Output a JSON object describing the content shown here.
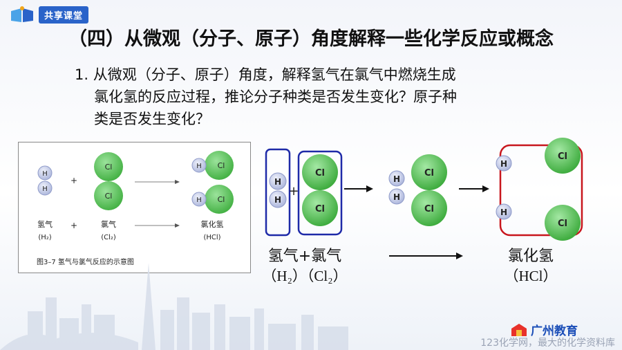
{
  "header": {
    "badge": "共享课堂"
  },
  "title": "（四）从微观（分子、原子）角度解释一些化学反应或概念",
  "question": {
    "line1": "1. 从微观（分子、原子）角度，解释氢气在氯气中燃烧生成",
    "line2": "氯化氢的反应过程，推论分子种类是否发生变化？原子种",
    "line3": "类是否发生变化？"
  },
  "figure": {
    "atom_h": "H",
    "atom_cl": "Cl",
    "plus": "+",
    "label_h2": "氢气",
    "formula_h2": "(H₂)",
    "label_cl2": "氯气",
    "formula_cl2": "(Cl₂)",
    "label_hcl": "氯化氢",
    "formula_hcl": "(HCl)",
    "caption": "图3–7  氢气与氯气反应的示意图"
  },
  "diagram": {
    "label_reactants": "氢气+氯气",
    "formula_reactants": "（H₂）（Cl₂）",
    "label_product": "氯化氢",
    "formula_product": "（HCl）"
  },
  "colors": {
    "h_fill": "#c8cfe9",
    "cl_fill": "#5cc45c",
    "box_blue": "#1e2aa8",
    "box_red": "#c8161d"
  },
  "footer": {
    "brand": "广州教育",
    "watermark": "123化学网，最大的化学资料库"
  }
}
